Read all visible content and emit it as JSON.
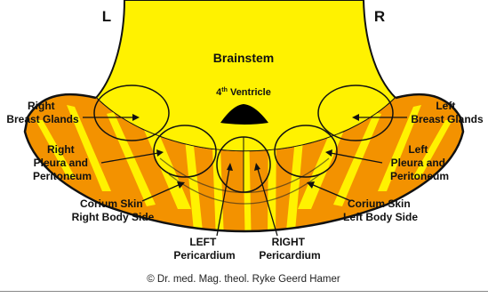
{
  "side_labels": {
    "left": "L",
    "right": "R"
  },
  "regions": {
    "brainstem": "Brainstem",
    "fourth_ventricle_num": "4",
    "fourth_ventricle_sup": "th",
    "fourth_ventricle_text": " Ventricle"
  },
  "labels": {
    "right_breast": [
      "Right",
      "Breast Glands"
    ],
    "left_breast": [
      "Left",
      "Breast Glands"
    ],
    "right_pleura": [
      "Right",
      "Pleura and",
      "Peritoneum"
    ],
    "left_pleura": [
      "Left",
      "Pleura and",
      "Peritoneum"
    ],
    "corium_right": [
      "Corium Skin",
      "Right Body Side"
    ],
    "corium_left": [
      "Corium Skin",
      "Left Body Side"
    ],
    "left_pericardium": [
      "LEFT",
      "Pericardium"
    ],
    "right_pericardium": [
      "RIGHT",
      "Pericardium"
    ]
  },
  "copyright": "© Dr. med. Mag. theol. Ryke Geerd Hamer",
  "colors": {
    "brainstem_yellow": "#FFF200",
    "cerebellum_orange": "#F39200",
    "stripe_yellow": "#FFF200",
    "ventricle": "#000000",
    "outline": "#111111"
  }
}
